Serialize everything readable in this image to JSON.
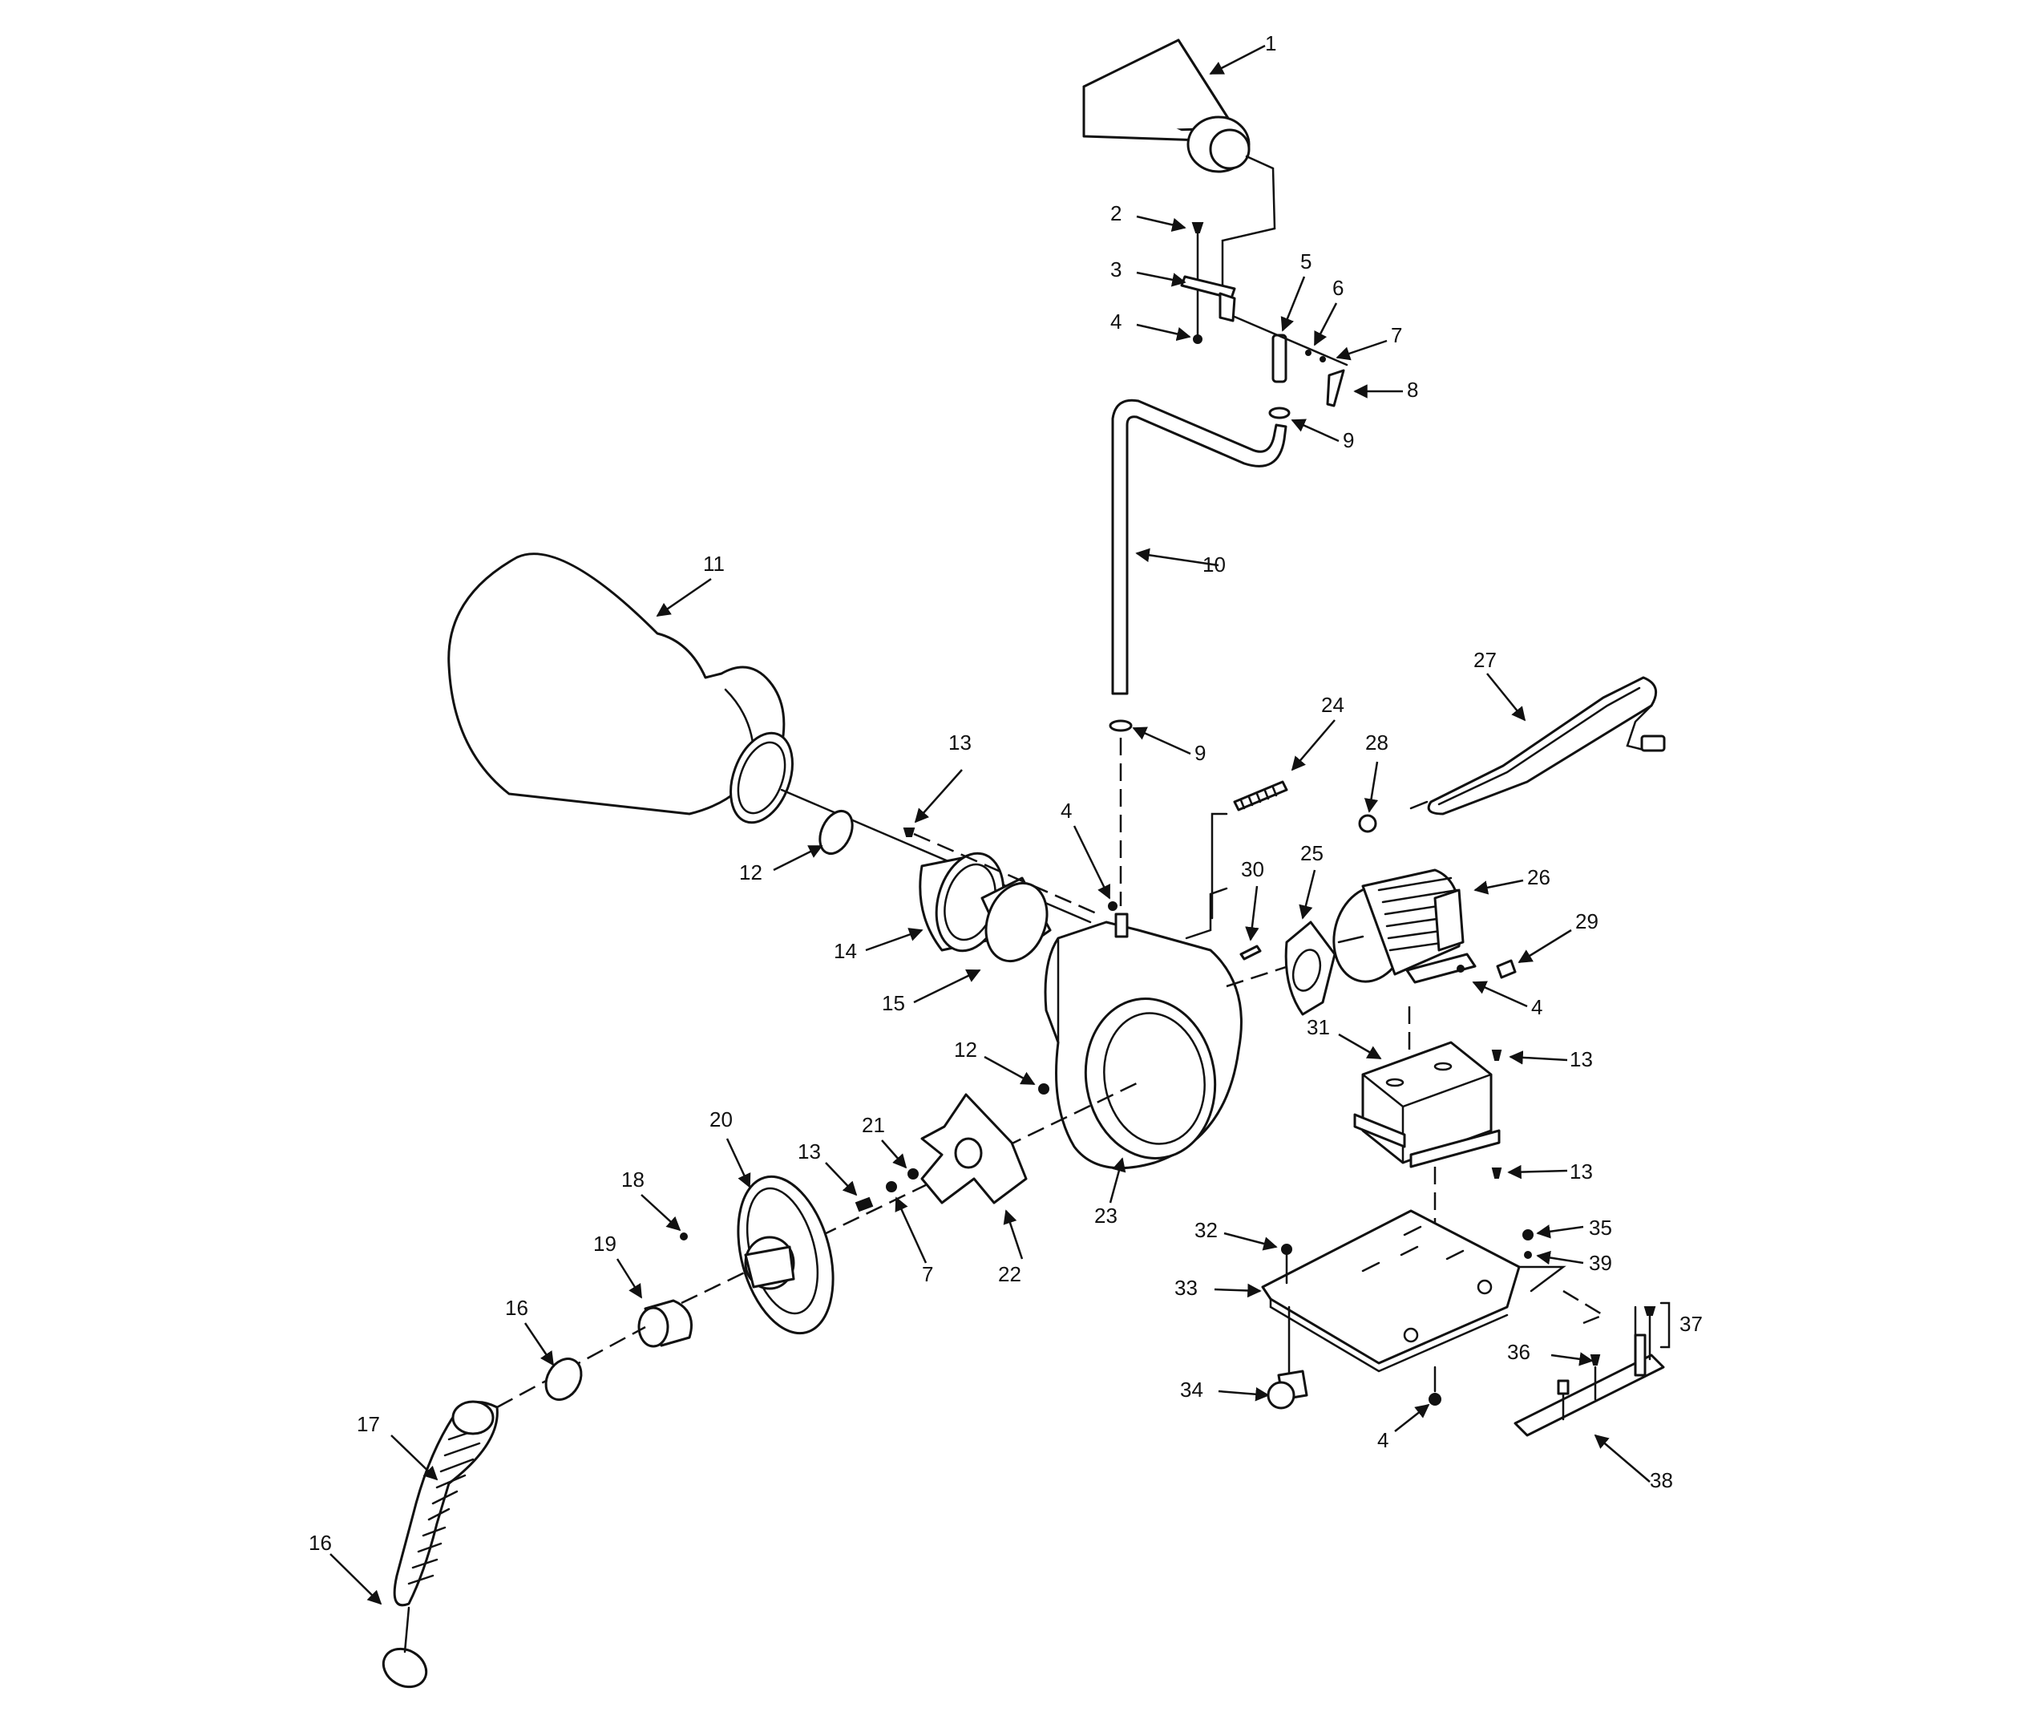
{
  "callouts": [
    {
      "id": "c1",
      "text": "1"
    },
    {
      "id": "c2",
      "text": "2"
    },
    {
      "id": "c3",
      "text": "3"
    },
    {
      "id": "c4a",
      "text": "4"
    },
    {
      "id": "c5",
      "text": "5"
    },
    {
      "id": "c6",
      "text": "6"
    },
    {
      "id": "c7a",
      "text": "7"
    },
    {
      "id": "c8",
      "text": "8"
    },
    {
      "id": "c9a",
      "text": "9"
    },
    {
      "id": "c10",
      "text": "10"
    },
    {
      "id": "c11",
      "text": "11"
    },
    {
      "id": "c9b",
      "text": "9"
    },
    {
      "id": "c24",
      "text": "24"
    },
    {
      "id": "c27",
      "text": "27"
    },
    {
      "id": "c28",
      "text": "28"
    },
    {
      "id": "c13a",
      "text": "13"
    },
    {
      "id": "c12a",
      "text": "12"
    },
    {
      "id": "c4b",
      "text": "4"
    },
    {
      "id": "c14",
      "text": "14"
    },
    {
      "id": "c15",
      "text": "15"
    },
    {
      "id": "c30",
      "text": "30"
    },
    {
      "id": "c25",
      "text": "25"
    },
    {
      "id": "c26",
      "text": "26"
    },
    {
      "id": "c29",
      "text": "29"
    },
    {
      "id": "c4c",
      "text": "4"
    },
    {
      "id": "c31",
      "text": "31"
    },
    {
      "id": "c13b",
      "text": "13"
    },
    {
      "id": "c12b",
      "text": "12"
    },
    {
      "id": "c20",
      "text": "20"
    },
    {
      "id": "c21",
      "text": "21"
    },
    {
      "id": "c13c",
      "text": "13"
    },
    {
      "id": "c18",
      "text": "18"
    },
    {
      "id": "c7b",
      "text": "7"
    },
    {
      "id": "c22",
      "text": "22"
    },
    {
      "id": "c23",
      "text": "23"
    },
    {
      "id": "c13d",
      "text": "13"
    },
    {
      "id": "c19",
      "text": "19"
    },
    {
      "id": "c32",
      "text": "32"
    },
    {
      "id": "c35",
      "text": "35"
    },
    {
      "id": "c39",
      "text": "39"
    },
    {
      "id": "c33",
      "text": "33"
    },
    {
      "id": "c16a",
      "text": "16"
    },
    {
      "id": "c37",
      "text": "37"
    },
    {
      "id": "c36",
      "text": "36"
    },
    {
      "id": "c34",
      "text": "34"
    },
    {
      "id": "c17",
      "text": "17"
    },
    {
      "id": "c4d",
      "text": "4"
    },
    {
      "id": "c38",
      "text": "38"
    },
    {
      "id": "c16b",
      "text": "16"
    }
  ]
}
